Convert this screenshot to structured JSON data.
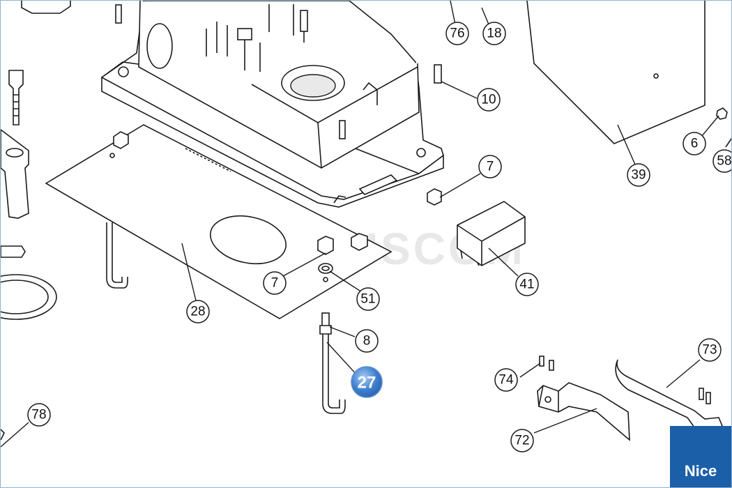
{
  "watermark": {
    "text": "PLUSCOM"
  },
  "brand": {
    "text": "Nice",
    "color": "#1b5fa8"
  },
  "highlight_color": "#3f7fd0",
  "callouts": [
    {
      "id": "c76",
      "label": "76"
    },
    {
      "id": "c18",
      "label": "18"
    },
    {
      "id": "c10",
      "label": "10"
    },
    {
      "id": "c6",
      "label": "6"
    },
    {
      "id": "c58",
      "label": "58"
    },
    {
      "id": "c39",
      "label": "39"
    },
    {
      "id": "c7a",
      "label": "7"
    },
    {
      "id": "c41",
      "label": "41"
    },
    {
      "id": "c7b",
      "label": "7"
    },
    {
      "id": "c51",
      "label": "51"
    },
    {
      "id": "c28",
      "label": "28"
    },
    {
      "id": "c8",
      "label": "8"
    },
    {
      "id": "c27",
      "label": "27",
      "highlighted": true
    },
    {
      "id": "c78",
      "label": "78"
    },
    {
      "id": "c73",
      "label": "73"
    },
    {
      "id": "c74",
      "label": "74"
    },
    {
      "id": "c72",
      "label": "72"
    }
  ]
}
